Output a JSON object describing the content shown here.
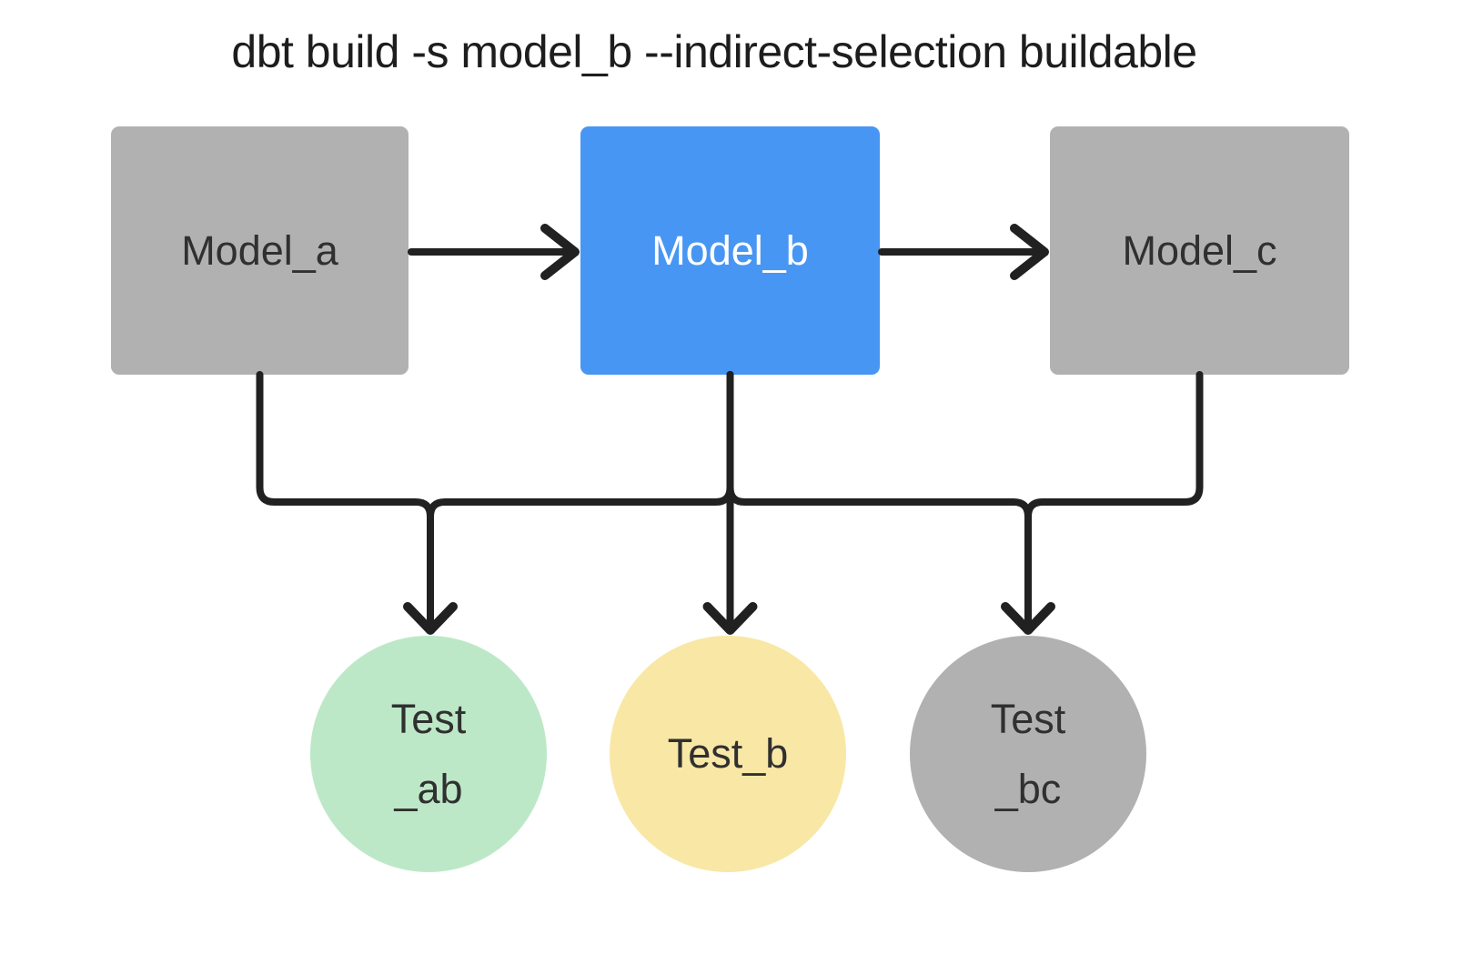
{
  "title": "dbt build -s model_b --indirect-selection buildable",
  "colors": {
    "background": "#ffffff",
    "node_gray": "#b1b1b2",
    "node_selected_blue": "#4896f3",
    "test_green": "#bde8c8",
    "test_yellow": "#f9e7a6",
    "edge": "#212121"
  },
  "models": [
    {
      "id": "model_a",
      "label": "Model_a",
      "state": "unselected"
    },
    {
      "id": "model_b",
      "label": "Model_b",
      "state": "selected"
    },
    {
      "id": "model_c",
      "label": "Model_c",
      "state": "unselected"
    }
  ],
  "tests": [
    {
      "id": "test_ab",
      "line1": "Test",
      "line2": "_ab"
    },
    {
      "id": "test_b",
      "line1": "Test_b",
      "line2": ""
    },
    {
      "id": "test_bc",
      "line1": "Test",
      "line2": "_bc"
    }
  ],
  "edges": [
    {
      "from": "model_a",
      "to": "model_b"
    },
    {
      "from": "model_b",
      "to": "model_c"
    },
    {
      "from": "model_a",
      "to": "test_ab"
    },
    {
      "from": "model_b",
      "to": "test_ab"
    },
    {
      "from": "model_b",
      "to": "test_b"
    },
    {
      "from": "model_b",
      "to": "test_bc"
    },
    {
      "from": "model_c",
      "to": "test_bc"
    }
  ]
}
